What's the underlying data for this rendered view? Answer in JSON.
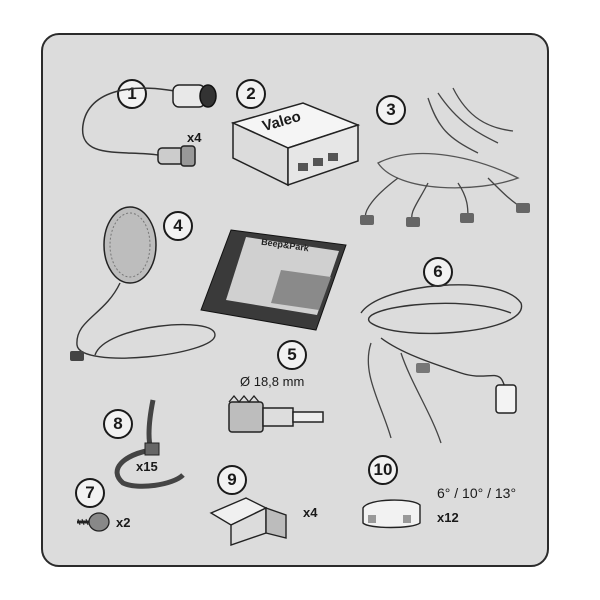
{
  "items": [
    {
      "number": "1",
      "qty": "x4"
    },
    {
      "number": "2",
      "brand": "Valeo"
    },
    {
      "number": "3"
    },
    {
      "number": "4"
    },
    {
      "number": "5",
      "spec": "Ø 18,8 mm"
    },
    {
      "number": "6"
    },
    {
      "number": "7",
      "qty": "x2"
    },
    {
      "number": "8",
      "qty": "x15"
    },
    {
      "number": "9",
      "qty": "x4"
    },
    {
      "number": "10",
      "spec": "6° / 10° / 13°",
      "qty": "x12"
    }
  ],
  "manual": {
    "title": "Beep&Park"
  }
}
